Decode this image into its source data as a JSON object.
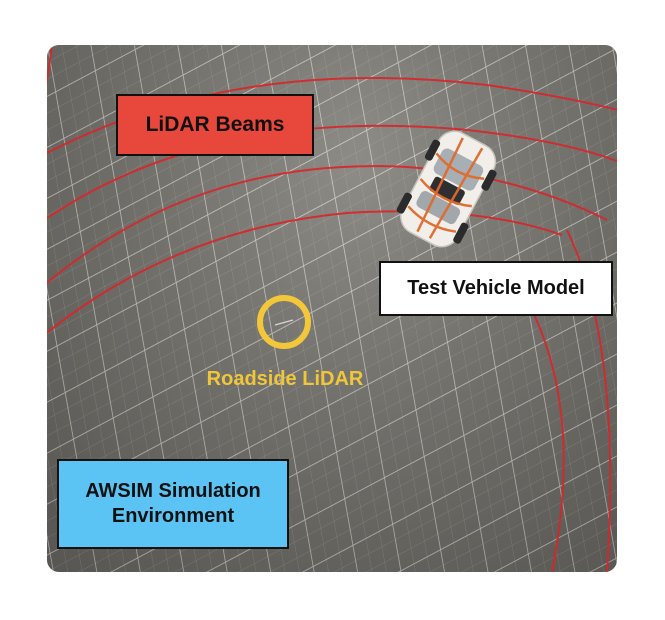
{
  "labels": {
    "lidar_beams": "LiDAR Beams",
    "test_vehicle": "Test Vehicle Model",
    "roadside_lidar": "Roadside LiDAR",
    "awsim": "AWSIM Simulation Environment"
  },
  "colors": {
    "beam": "#d8262a",
    "sensor_ring": "#f2c83a",
    "lidar_box": "#e8473b",
    "awsim_box": "#5bc4f5",
    "ground": "#7d7b75",
    "grid": "#b9b7b0"
  },
  "icons": {
    "vehicle": "car-icon",
    "sensor": "lidar-sensor-icon"
  }
}
